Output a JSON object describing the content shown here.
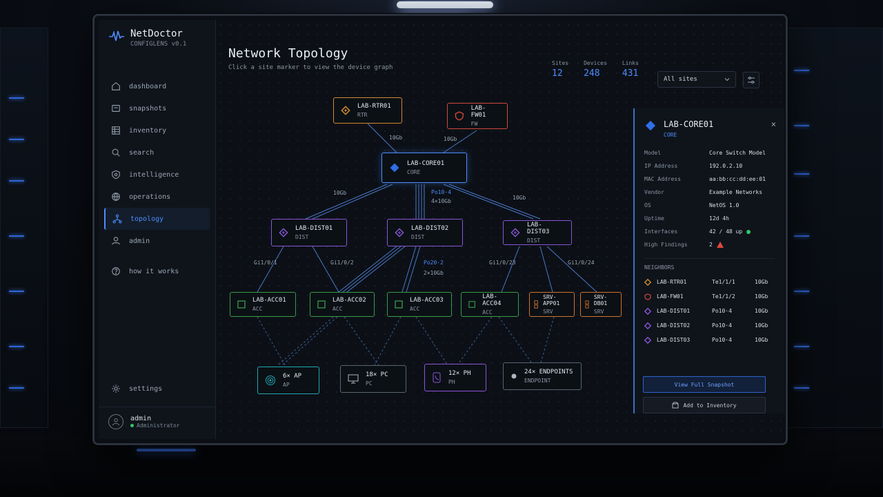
{
  "app": {
    "brand_name": "NetDoctor",
    "brand_sub": "CONFIGLENS v0.1"
  },
  "sidebar": {
    "items": [
      {
        "label": "dashboard",
        "icon": "home-icon"
      },
      {
        "label": "snapshots",
        "icon": "snapshot-icon"
      },
      {
        "label": "inventory",
        "icon": "inventory-icon"
      },
      {
        "label": "search",
        "icon": "search-icon"
      },
      {
        "label": "intelligence",
        "icon": "shield-icon"
      },
      {
        "label": "operations",
        "icon": "globe-icon"
      },
      {
        "label": "topology",
        "icon": "topology-icon",
        "active": true
      },
      {
        "label": "admin",
        "icon": "user-icon"
      },
      {
        "label": "how it works",
        "icon": "help-icon"
      }
    ],
    "settings_label": "settings",
    "user": {
      "name": "admin",
      "role": "Administrator"
    }
  },
  "header": {
    "title": "Network Topology",
    "subtitle": "Click a site marker to view the device graph",
    "stats": [
      {
        "label": "Sites",
        "value": "12"
      },
      {
        "label": "Devices",
        "value": "248"
      },
      {
        "label": "Links",
        "value": "431"
      }
    ],
    "site_select": "All sites"
  },
  "graph": {
    "nodes": {
      "rtr": {
        "name": "LAB-RTR01",
        "role": "RTR"
      },
      "fw": {
        "name": "LAB-FW01",
        "role": "FW"
      },
      "core": {
        "name": "LAB-CORE01",
        "role": "CORE"
      },
      "dist1": {
        "name": "LAB-DIST01",
        "role": "DIST"
      },
      "dist2": {
        "name": "LAB-DIST02",
        "role": "DIST"
      },
      "dist3": {
        "name": "LAB-DIST03",
        "role": "DIST"
      },
      "acc1": {
        "name": "LAB-ACC01",
        "role": "ACC"
      },
      "acc2": {
        "name": "LAB-ACC02",
        "role": "ACC"
      },
      "acc3": {
        "name": "LAB-ACC03",
        "role": "ACC"
      },
      "acc4": {
        "name": "LAB-ACC04",
        "role": "ACC"
      },
      "srv1": {
        "name": "SRV-APP01",
        "role": "SRV"
      },
      "srv2": {
        "name": "SRV-DB01",
        "role": "SRV"
      },
      "ap": {
        "name": "6× AP",
        "role": "AP"
      },
      "pc": {
        "name": "18× PC",
        "role": "PC"
      },
      "ph": {
        "name": "12× PH",
        "role": "PH"
      },
      "ep": {
        "name": "24× ENDPOINTS",
        "role": "ENDPOINT"
      }
    },
    "edge_labels": {
      "rtr_core": "10Gb",
      "fw_core": "10Gb",
      "core_dist1": "10Gb",
      "core_dist3": "10Gb",
      "core_dist2_a": "Po10·4",
      "core_dist2_b": "4×10Gb",
      "dist1_acc1": "Gi1/0/1",
      "dist1_acc2": "Gi1/0/2",
      "dist2_acc3_a": "Po20·2",
      "dist2_acc3_b": "2×10Gb",
      "dist3_acc4": "Gi1/0/23",
      "dist3_srv": "Gi1/0/24"
    }
  },
  "panel": {
    "name": "LAB-CORE01",
    "role": "CORE",
    "close": "×",
    "props": [
      {
        "k": "Model",
        "v": "Core Switch Model"
      },
      {
        "k": "IP Address",
        "v": "192.0.2.10"
      },
      {
        "k": "MAC Address",
        "v": "aa:bb:cc:dd:ee:01"
      },
      {
        "k": "Vendor",
        "v": "Example Networks"
      },
      {
        "k": "OS",
        "v": "NetOS 1.0"
      },
      {
        "k": "Uptime",
        "v": "12d 4h"
      },
      {
        "k": "Interfaces",
        "v": "42 / 48 up"
      },
      {
        "k": "High Findings",
        "v": "2"
      }
    ],
    "neighbors_title": "NEIGHBORS",
    "neighbors": [
      {
        "name": "LAB-RTR01",
        "port": "Te1/1/1",
        "speed": "10Gb",
        "color": "#d08a2e",
        "icon": "diamond-icon"
      },
      {
        "name": "LAB-FW01",
        "port": "Te1/1/2",
        "speed": "10Gb",
        "color": "#d2483c",
        "icon": "shield-icon"
      },
      {
        "name": "LAB-DIST01",
        "port": "Po10·4",
        "speed": "10Gb",
        "color": "#8a55d8",
        "icon": "diamond-icon"
      },
      {
        "name": "LAB-DIST02",
        "port": "Po10·4",
        "speed": "10Gb",
        "color": "#8a55d8",
        "icon": "diamond-icon"
      },
      {
        "name": "LAB-DIST03",
        "port": "Po10·4",
        "speed": "10Gb",
        "color": "#8a55d8",
        "icon": "diamond-icon"
      }
    ],
    "btn_primary": "View Full Snapshot",
    "btn_secondary": "Add to Inventory"
  }
}
